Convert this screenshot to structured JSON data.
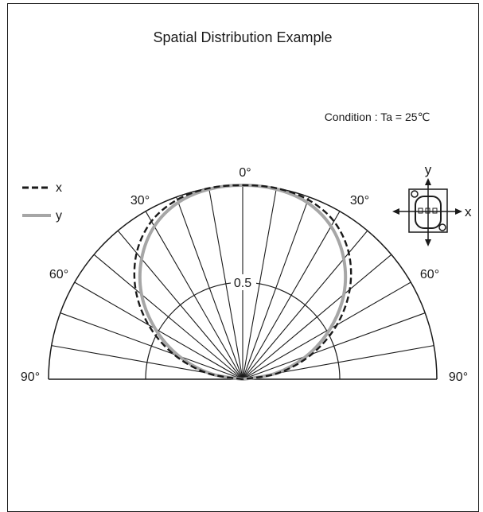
{
  "chart_data": {
    "type": "polar",
    "title": "Spatial Distribution Example",
    "condition": "Condition : Ta = 25℃",
    "radial_tick_label": "0.5",
    "angle_labels": {
      "top": "0°",
      "left_30": "30°",
      "right_30": "30°",
      "left_60": "60°",
      "right_60": "60°",
      "left_90": "90°",
      "right_90": "90°"
    },
    "rlim": [
      0,
      1
    ],
    "angle_range_deg": [
      -90,
      90
    ],
    "grid": true,
    "legend_placement": "top-left",
    "series": [
      {
        "name": "x",
        "style": "dashed",
        "color": "#1a1a1a",
        "angles_deg": [
          -90,
          -80,
          -70,
          -60,
          -50,
          -40,
          -30,
          -20,
          -10,
          0,
          10,
          20,
          30,
          40,
          50,
          60,
          70,
          80,
          90
        ],
        "values": [
          0.0,
          0.19,
          0.38,
          0.56,
          0.72,
          0.85,
          0.94,
          0.985,
          1.0,
          1.0,
          1.0,
          0.985,
          0.94,
          0.85,
          0.72,
          0.56,
          0.38,
          0.19,
          0.0
        ]
      },
      {
        "name": "y",
        "style": "solid",
        "color": "#a6a6a6",
        "angles_deg": [
          -90,
          -80,
          -70,
          -60,
          -50,
          -40,
          -30,
          -20,
          -10,
          0,
          10,
          20,
          30,
          40,
          50,
          60,
          70,
          80,
          90
        ],
        "values": [
          0.0,
          0.17,
          0.35,
          0.52,
          0.68,
          0.81,
          0.91,
          0.97,
          0.995,
          1.0,
          0.995,
          0.97,
          0.91,
          0.81,
          0.68,
          0.52,
          0.35,
          0.17,
          0.0
        ]
      }
    ]
  },
  "package_icon": {
    "name": "led-package-orientation-icon",
    "axis_labels": {
      "x": "x",
      "y": "y"
    }
  }
}
